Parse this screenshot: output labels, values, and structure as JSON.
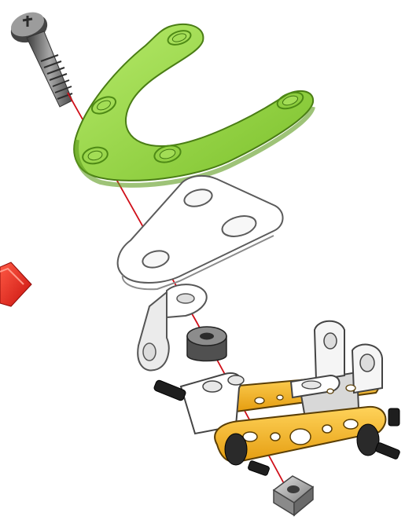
{
  "figure": {
    "kind": "exploded assembly instruction illustration",
    "parts": [
      {
        "name": "screw",
        "color": "#6f6f6f"
      },
      {
        "name": "u-plate",
        "color": "#8fd43a"
      },
      {
        "name": "triangle-plate",
        "color": "#ffffff"
      },
      {
        "name": "angle-bracket",
        "color": "#f2f2f2"
      },
      {
        "name": "spacer",
        "color": "#555555"
      },
      {
        "name": "yellow-chassis",
        "color": "#f2b51e"
      },
      {
        "name": "square-nut",
        "color": "#9a9a9a"
      }
    ],
    "arrow": {
      "direction": "right",
      "color": "#e3201b"
    },
    "guide_line_color": "#d0101a"
  }
}
